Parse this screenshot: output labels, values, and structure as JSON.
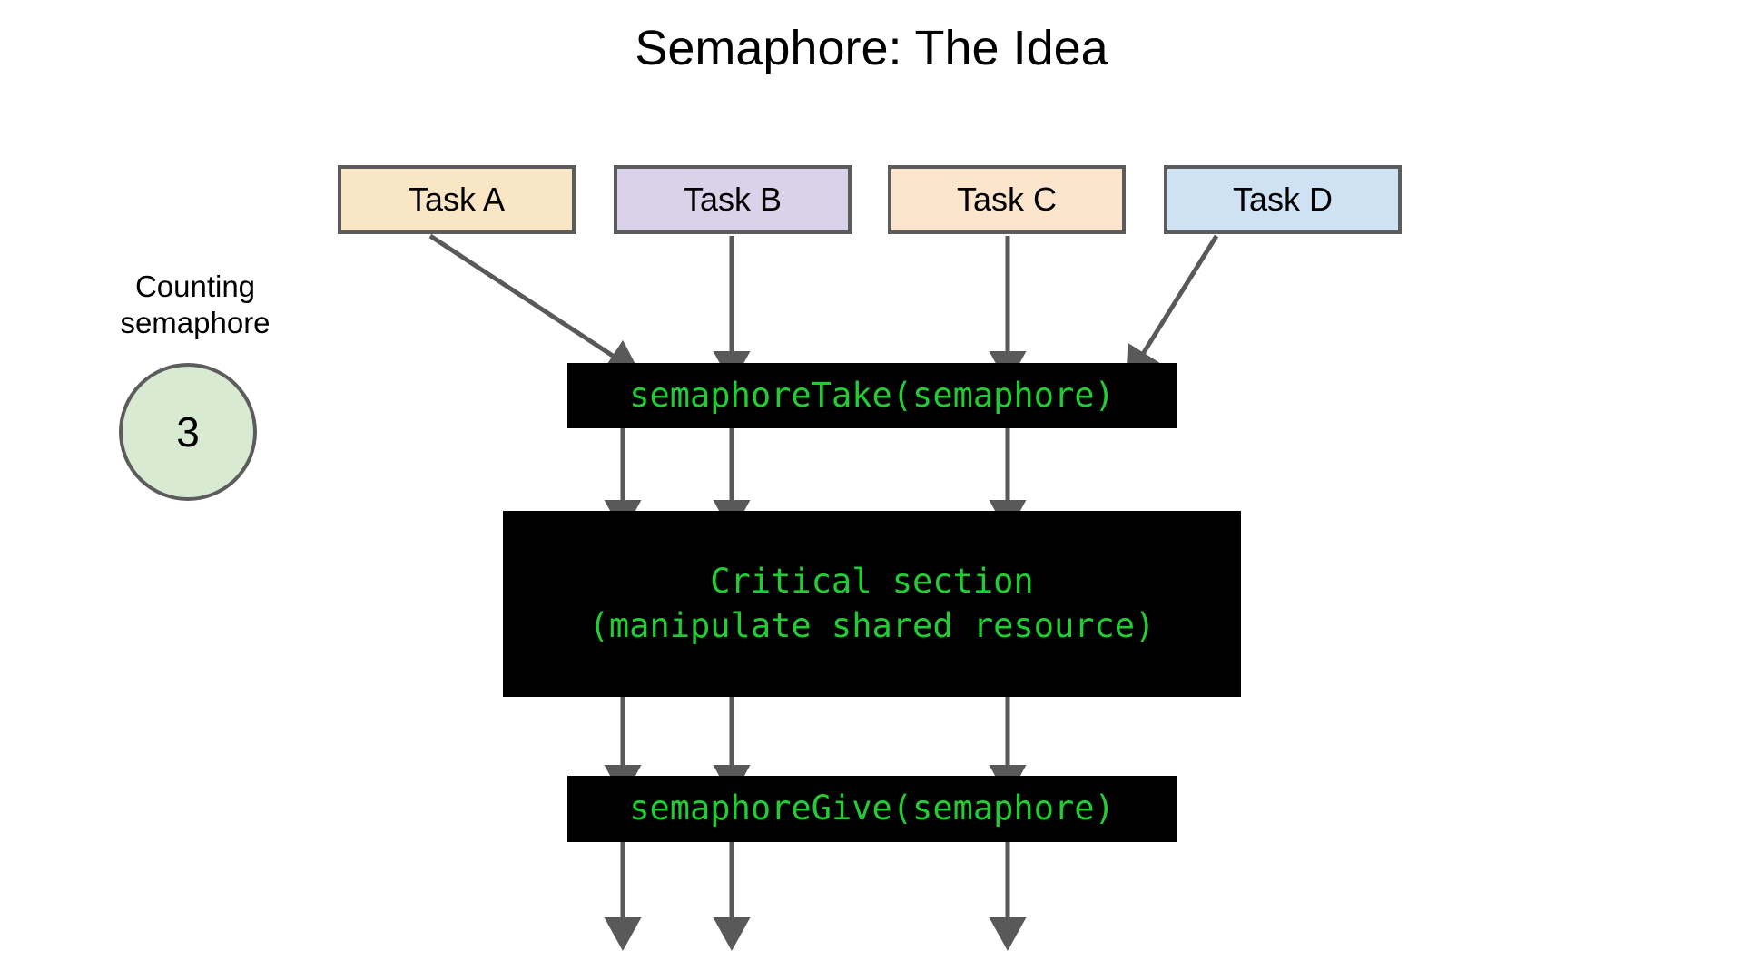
{
  "slide": {
    "title": "Semaphore: The Idea",
    "background": "#ffffff"
  },
  "semaphore": {
    "label_line1": "Counting",
    "label_line2": "semaphore",
    "count": "3",
    "circle_fill": "#d9ead3",
    "circle_stroke": "#5c5c5c"
  },
  "tasks": [
    {
      "label": "Task A",
      "fill": "#f9e6c4",
      "stroke": "#5c5c5c"
    },
    {
      "label": "Task B",
      "fill": "#d9d2e9",
      "stroke": "#5c5c5c"
    },
    {
      "label": "Task C",
      "fill": "#fce5cd",
      "stroke": "#5c5c5c"
    },
    {
      "label": "Task D",
      "fill": "#cfe2f3",
      "stroke": "#5c5c5c"
    }
  ],
  "code_blocks": {
    "take": {
      "text": "semaphoreTake(semaphore)",
      "fill": "#000000",
      "text_color": "#22cc33"
    },
    "critical": {
      "line1": "Critical section",
      "line2": "(manipulate shared resource)",
      "fill": "#000000",
      "text_color": "#22cc33"
    },
    "give": {
      "text": "semaphoreGive(semaphore)",
      "fill": "#000000",
      "text_color": "#22cc33"
    }
  },
  "arrows": {
    "color": "#595959",
    "width": 5
  }
}
